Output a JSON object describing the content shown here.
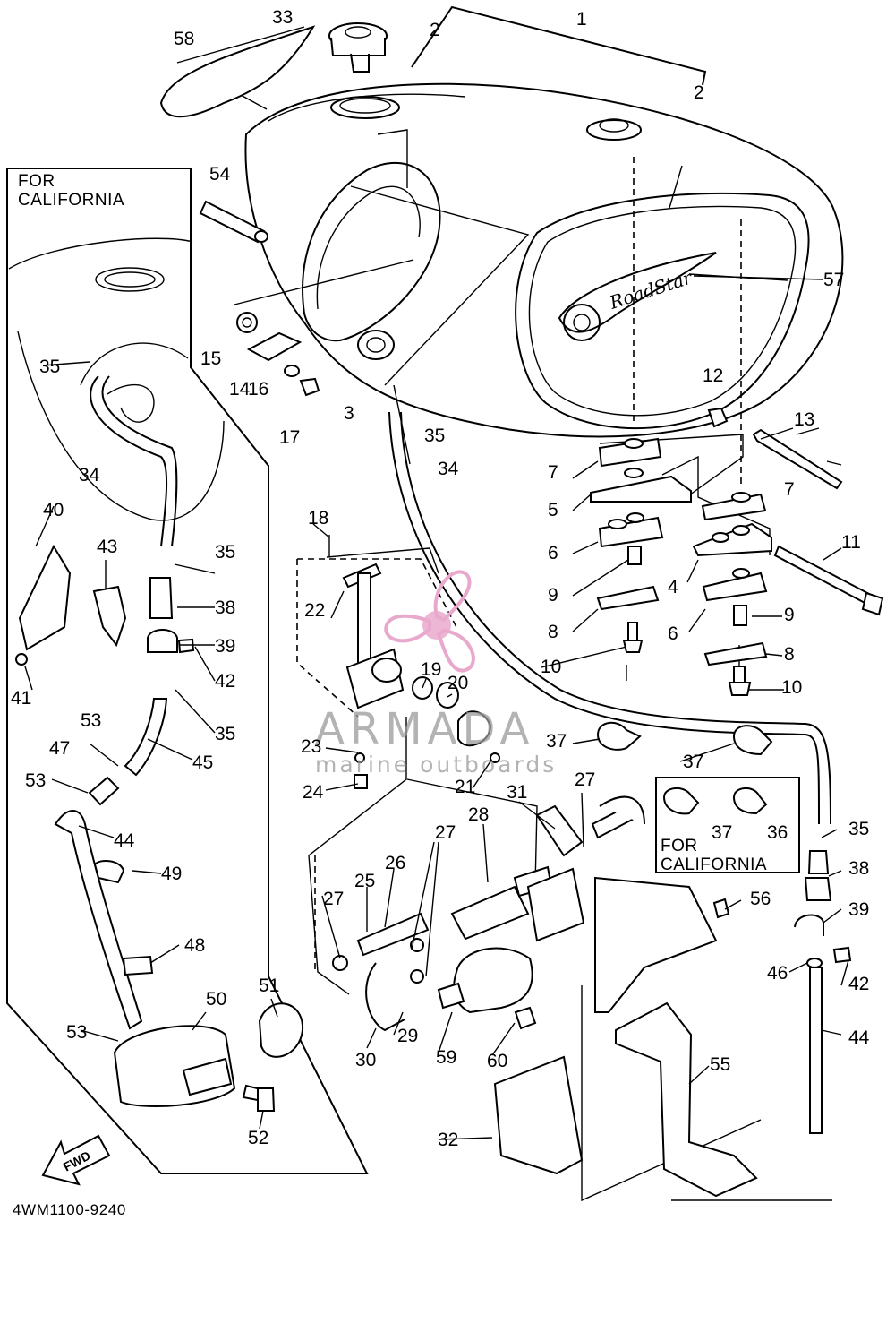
{
  "diagram": {
    "part_number_code": "4WM1100-9240",
    "california_box_left": {
      "line1": "FOR",
      "line2": "CALIFORNIA"
    },
    "california_box_right": {
      "line1": "FOR",
      "line2": "CALIFORNIA"
    },
    "tank_logo_text": "RoadStar",
    "fwd_arrow_label": "FWD",
    "callouts": [
      "1",
      "2",
      "2",
      "3",
      "5",
      "6",
      "6",
      "7",
      "7",
      "8",
      "8",
      "9",
      "9",
      "10",
      "10",
      "11",
      "12",
      "13",
      "4",
      "14",
      "15",
      "16",
      "17",
      "18",
      "19",
      "20",
      "21",
      "22",
      "23",
      "24",
      "25",
      "26",
      "27",
      "27",
      "27",
      "28",
      "29",
      "30",
      "31",
      "32",
      "33",
      "34",
      "34",
      "35",
      "35",
      "35",
      "35",
      "35",
      "36",
      "37",
      "37",
      "37",
      "38",
      "38",
      "39",
      "39",
      "40",
      "41",
      "42",
      "42",
      "43",
      "44",
      "44",
      "45",
      "46",
      "47",
      "48",
      "49",
      "50",
      "51",
      "52",
      "53",
      "53",
      "53",
      "54",
      "55",
      "56",
      "57",
      "58",
      "59",
      "60"
    ]
  },
  "watermark": {
    "brand": "ARMADA",
    "tagline": "marine outboards",
    "logo_icon": "propeller-icon",
    "color": "#e9a9cc"
  }
}
